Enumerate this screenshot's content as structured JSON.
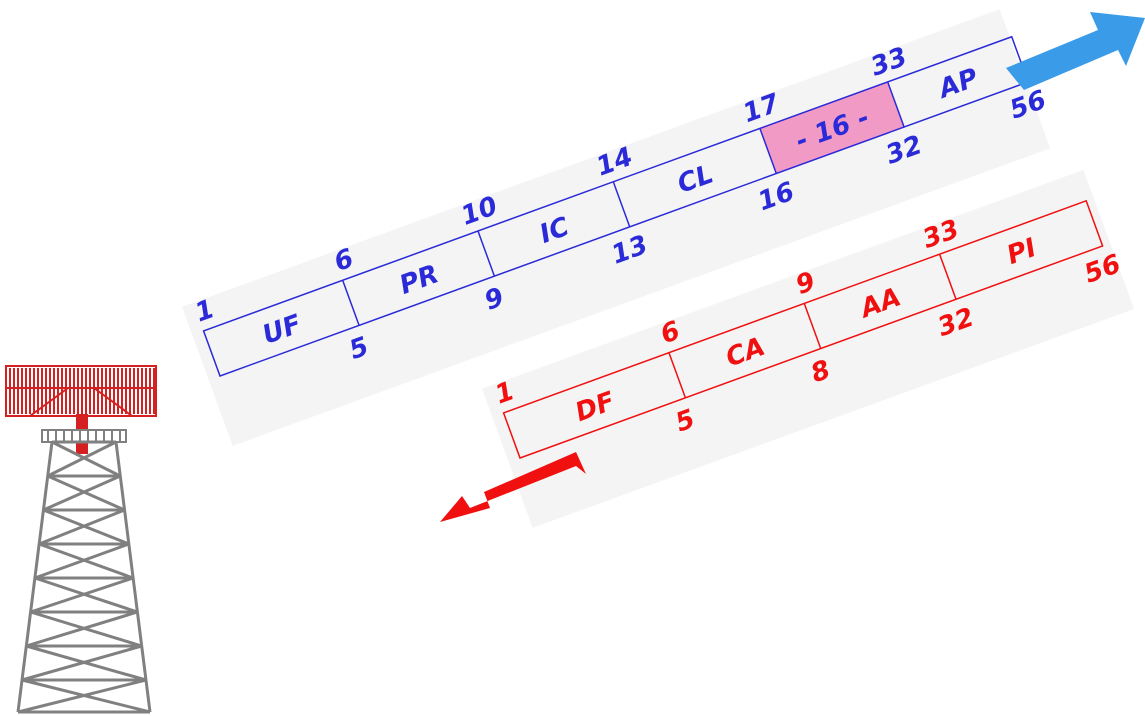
{
  "uplink": {
    "color": "#2a2ad8",
    "fields": [
      {
        "label": "UF",
        "start": "1",
        "end": "5"
      },
      {
        "label": "PR",
        "start": "6",
        "end": "9"
      },
      {
        "label": "IC",
        "start": "10",
        "end": "13"
      },
      {
        "label": "CL",
        "start": "14",
        "end": "16"
      },
      {
        "label": "- 16 -",
        "start": "17",
        "end": "32"
      },
      {
        "label": "AP",
        "start": "33",
        "end": "56"
      }
    ],
    "highlight_color": "#f29ac6",
    "arrow_color": "#3a9be8"
  },
  "downlink": {
    "color": "#f01010",
    "fields": [
      {
        "label": "DF",
        "start": "1",
        "end": "5"
      },
      {
        "label": "CA",
        "start": "6",
        "end": "8"
      },
      {
        "label": "AA",
        "start": "9",
        "end": "32"
      },
      {
        "label": "PI",
        "start": "33",
        "end": "56"
      }
    ],
    "arrow_color": "#f01010"
  },
  "tower": {
    "antenna_color": "#d42020",
    "structure_color": "#808080"
  }
}
